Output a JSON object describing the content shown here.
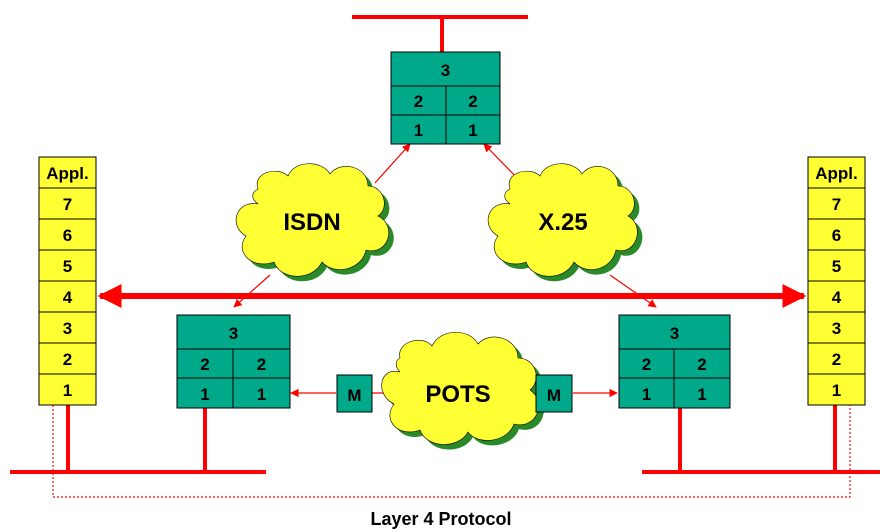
{
  "colors": {
    "line": "#ff0000",
    "router_fill": "#00a98a",
    "stack_fill": "#ffff33",
    "cloud_fill": "#ffff33",
    "cloud_shadow": "#2a8a2a",
    "dotted": "#ff0000"
  },
  "left_stack": {
    "header": "Appl.",
    "layers": [
      "7",
      "6",
      "5",
      "4",
      "3",
      "2",
      "1"
    ]
  },
  "right_stack": {
    "header": "Appl.",
    "layers": [
      "7",
      "6",
      "5",
      "4",
      "3",
      "2",
      "1"
    ]
  },
  "routers": {
    "top": {
      "l3": "3",
      "l2a": "2",
      "l2b": "2",
      "l1a": "1",
      "l1b": "1"
    },
    "left": {
      "l3": "3",
      "l2a": "2",
      "l2b": "2",
      "l1a": "1",
      "l1b": "1"
    },
    "right": {
      "l3": "3",
      "l2a": "2",
      "l2b": "2",
      "l1a": "1",
      "l1b": "1"
    }
  },
  "clouds": {
    "isdn": "ISDN",
    "x25": "X.25",
    "pots": "POTS"
  },
  "modems": {
    "left": "M",
    "right": "M"
  },
  "caption": "Layer 4 Protocol"
}
